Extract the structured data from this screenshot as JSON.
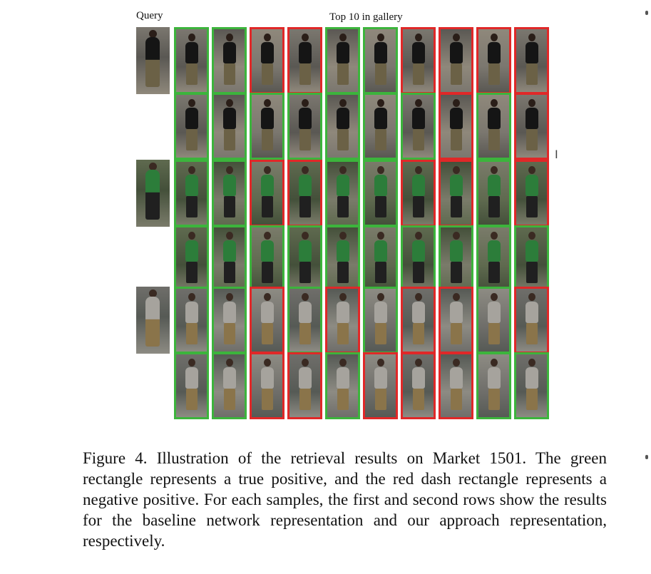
{
  "figure": {
    "query_label": "Query",
    "gallery_label": "Top 10 in gallery",
    "colors": {
      "true_positive": "#3cb43c",
      "negative": "#e02828"
    },
    "samples": [
      {
        "query_tone": "black-top",
        "rows": [
          [
            "tp",
            "tp",
            "neg",
            "neg",
            "tp",
            "tp",
            "neg",
            "neg",
            "neg",
            "neg"
          ],
          [
            "tp",
            "tp",
            "tp",
            "tp",
            "tp",
            "tp",
            "tp",
            "neg",
            "tp",
            "neg"
          ]
        ]
      },
      {
        "query_tone": "green-top",
        "rows": [
          [
            "tp",
            "tp",
            "neg",
            "neg",
            "tp",
            "tp",
            "neg",
            "neg",
            "tp",
            "neg"
          ],
          [
            "tp",
            "tp",
            "tp",
            "tp",
            "tp",
            "tp",
            "tp",
            "tp",
            "tp",
            "tp"
          ]
        ]
      },
      {
        "query_tone": "grey-top",
        "rows": [
          [
            "tp",
            "tp",
            "neg",
            "tp",
            "neg",
            "tp",
            "neg",
            "neg",
            "tp",
            "neg"
          ],
          [
            "tp",
            "tp",
            "neg",
            "neg",
            "tp",
            "neg",
            "neg",
            "neg",
            "tp",
            "tp"
          ]
        ]
      }
    ]
  },
  "caption": {
    "text": "Figure 4. Illustration of the retrieval results on Market 1501. The green rectangle represents a true positive, and the red dash rectangle represents a negative positive. For each samples, the first and second rows show the results for the baseline network representation and our approach representation, respectively."
  }
}
